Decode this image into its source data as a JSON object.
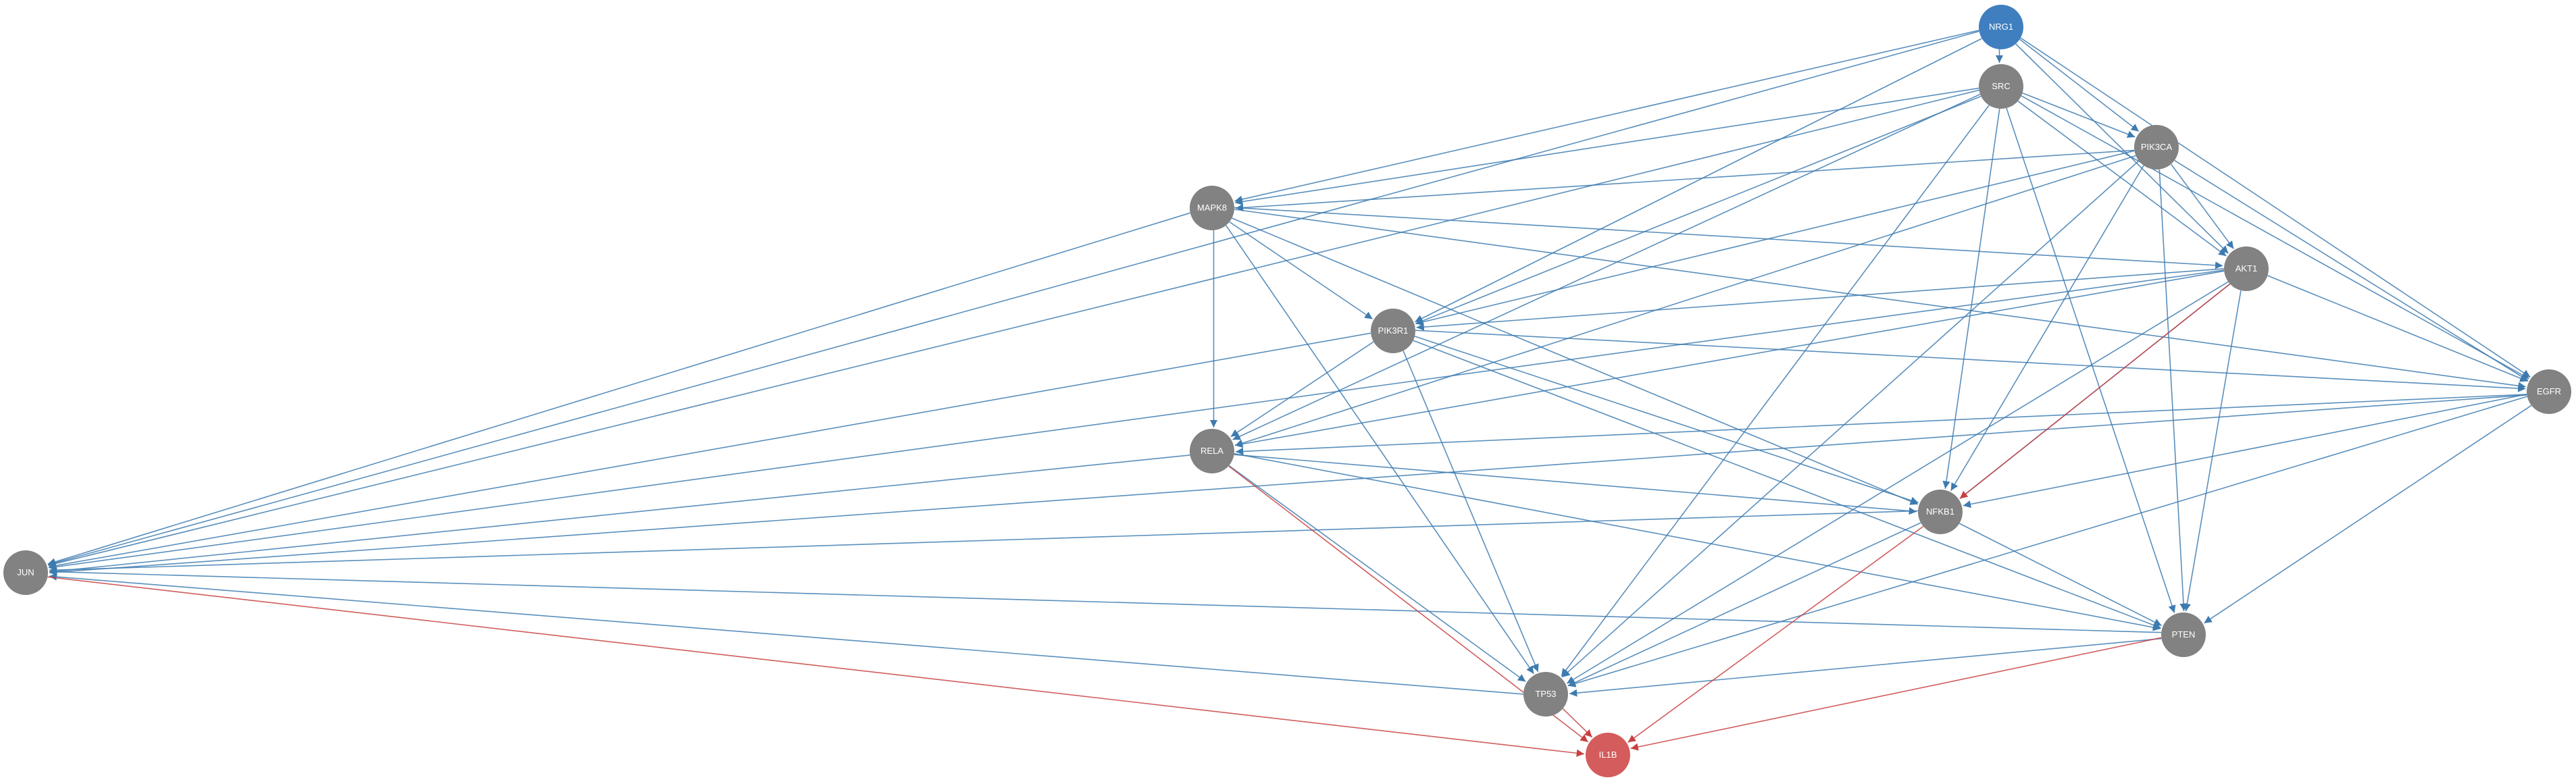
{
  "graph": {
    "colors": {
      "node_default": "#828282",
      "node_source": "#3f7fbf",
      "node_target": "#d45c5c",
      "edge_default": "#3d7bb0",
      "edge_highlight": "#c94040",
      "label": "#ffffff"
    },
    "nodes": [
      {
        "id": "NRG1",
        "label": "NRG1",
        "role": "source"
      },
      {
        "id": "SRC",
        "label": "SRC",
        "role": "default"
      },
      {
        "id": "PIK3CA",
        "label": "PIK3CA",
        "role": "default"
      },
      {
        "id": "MAPK8",
        "label": "MAPK8",
        "role": "default"
      },
      {
        "id": "AKT1",
        "label": "AKT1",
        "role": "default"
      },
      {
        "id": "PIK3R1",
        "label": "PIK3R1",
        "role": "default"
      },
      {
        "id": "EGFR",
        "label": "EGFR",
        "role": "default"
      },
      {
        "id": "RELA",
        "label": "RELA",
        "role": "default"
      },
      {
        "id": "NFKB1",
        "label": "NFKB1",
        "role": "default"
      },
      {
        "id": "JUN",
        "label": "JUN",
        "role": "default"
      },
      {
        "id": "PTEN",
        "label": "PTEN",
        "role": "default"
      },
      {
        "id": "TP53",
        "label": "TP53",
        "role": "default"
      },
      {
        "id": "IL1B",
        "label": "IL1B",
        "role": "target"
      }
    ],
    "edges": [
      {
        "source": "NRG1",
        "target": "SRC",
        "highlight": false
      },
      {
        "source": "NRG1",
        "target": "PIK3CA",
        "highlight": false
      },
      {
        "source": "NRG1",
        "target": "AKT1",
        "highlight": false
      },
      {
        "source": "NRG1",
        "target": "EGFR",
        "highlight": false
      },
      {
        "source": "NRG1",
        "target": "MAPK8",
        "highlight": false
      },
      {
        "source": "NRG1",
        "target": "PIK3R1",
        "highlight": false
      },
      {
        "source": "NRG1",
        "target": "JUN",
        "highlight": false
      },
      {
        "source": "SRC",
        "target": "PIK3CA",
        "highlight": false
      },
      {
        "source": "SRC",
        "target": "AKT1",
        "highlight": false
      },
      {
        "source": "SRC",
        "target": "EGFR",
        "highlight": false
      },
      {
        "source": "SRC",
        "target": "MAPK8",
        "highlight": false
      },
      {
        "source": "SRC",
        "target": "PIK3R1",
        "highlight": false
      },
      {
        "source": "SRC",
        "target": "RELA",
        "highlight": false
      },
      {
        "source": "SRC",
        "target": "NFKB1",
        "highlight": false
      },
      {
        "source": "SRC",
        "target": "PTEN",
        "highlight": false
      },
      {
        "source": "SRC",
        "target": "TP53",
        "highlight": false
      },
      {
        "source": "SRC",
        "target": "JUN",
        "highlight": false
      },
      {
        "source": "PIK3CA",
        "target": "AKT1",
        "highlight": false
      },
      {
        "source": "PIK3CA",
        "target": "EGFR",
        "highlight": false
      },
      {
        "source": "PIK3CA",
        "target": "MAPK8",
        "highlight": false
      },
      {
        "source": "PIK3CA",
        "target": "PIK3R1",
        "highlight": false
      },
      {
        "source": "PIK3CA",
        "target": "RELA",
        "highlight": false
      },
      {
        "source": "PIK3CA",
        "target": "NFKB1",
        "highlight": false
      },
      {
        "source": "PIK3CA",
        "target": "PTEN",
        "highlight": false
      },
      {
        "source": "PIK3CA",
        "target": "TP53",
        "highlight": false
      },
      {
        "source": "MAPK8",
        "target": "AKT1",
        "highlight": false
      },
      {
        "source": "MAPK8",
        "target": "PIK3R1",
        "highlight": false
      },
      {
        "source": "MAPK8",
        "target": "RELA",
        "highlight": false
      },
      {
        "source": "MAPK8",
        "target": "NFKB1",
        "highlight": false
      },
      {
        "source": "MAPK8",
        "target": "TP53",
        "highlight": false
      },
      {
        "source": "MAPK8",
        "target": "JUN",
        "highlight": false
      },
      {
        "source": "MAPK8",
        "target": "EGFR",
        "highlight": false
      },
      {
        "source": "AKT1",
        "target": "PIK3R1",
        "highlight": false
      },
      {
        "source": "AKT1",
        "target": "EGFR",
        "highlight": false
      },
      {
        "source": "AKT1",
        "target": "RELA",
        "highlight": false
      },
      {
        "source": "AKT1",
        "target": "NFKB1",
        "highlight": false
      },
      {
        "source": "AKT1",
        "target": "PTEN",
        "highlight": false
      },
      {
        "source": "AKT1",
        "target": "TP53",
        "highlight": false
      },
      {
        "source": "AKT1",
        "target": "JUN",
        "highlight": false
      },
      {
        "source": "PIK3R1",
        "target": "EGFR",
        "highlight": false
      },
      {
        "source": "PIK3R1",
        "target": "RELA",
        "highlight": false
      },
      {
        "source": "PIK3R1",
        "target": "NFKB1",
        "highlight": false
      },
      {
        "source": "PIK3R1",
        "target": "PTEN",
        "highlight": false
      },
      {
        "source": "PIK3R1",
        "target": "TP53",
        "highlight": false
      },
      {
        "source": "PIK3R1",
        "target": "JUN",
        "highlight": false
      },
      {
        "source": "EGFR",
        "target": "RELA",
        "highlight": false
      },
      {
        "source": "EGFR",
        "target": "NFKB1",
        "highlight": false
      },
      {
        "source": "EGFR",
        "target": "PTEN",
        "highlight": false
      },
      {
        "source": "EGFR",
        "target": "TP53",
        "highlight": false
      },
      {
        "source": "EGFR",
        "target": "JUN",
        "highlight": false
      },
      {
        "source": "RELA",
        "target": "NFKB1",
        "highlight": false
      },
      {
        "source": "RELA",
        "target": "PTEN",
        "highlight": false
      },
      {
        "source": "RELA",
        "target": "TP53",
        "highlight": false
      },
      {
        "source": "RELA",
        "target": "JUN",
        "highlight": false
      },
      {
        "source": "NFKB1",
        "target": "PTEN",
        "highlight": false
      },
      {
        "source": "NFKB1",
        "target": "TP53",
        "highlight": false
      },
      {
        "source": "NFKB1",
        "target": "JUN",
        "highlight": false
      },
      {
        "source": "PTEN",
        "target": "TP53",
        "highlight": false
      },
      {
        "source": "PTEN",
        "target": "JUN",
        "highlight": false
      },
      {
        "source": "TP53",
        "target": "JUN",
        "highlight": false
      },
      {
        "source": "RELA",
        "target": "IL1B",
        "highlight": true
      },
      {
        "source": "NFKB1",
        "target": "IL1B",
        "highlight": true
      },
      {
        "source": "JUN",
        "target": "IL1B",
        "highlight": true
      },
      {
        "source": "TP53",
        "target": "IL1B",
        "highlight": true
      },
      {
        "source": "PTEN",
        "target": "IL1B",
        "highlight": true
      },
      {
        "source": "AKT1",
        "target": "NFKB1",
        "highlight": true
      }
    ]
  }
}
